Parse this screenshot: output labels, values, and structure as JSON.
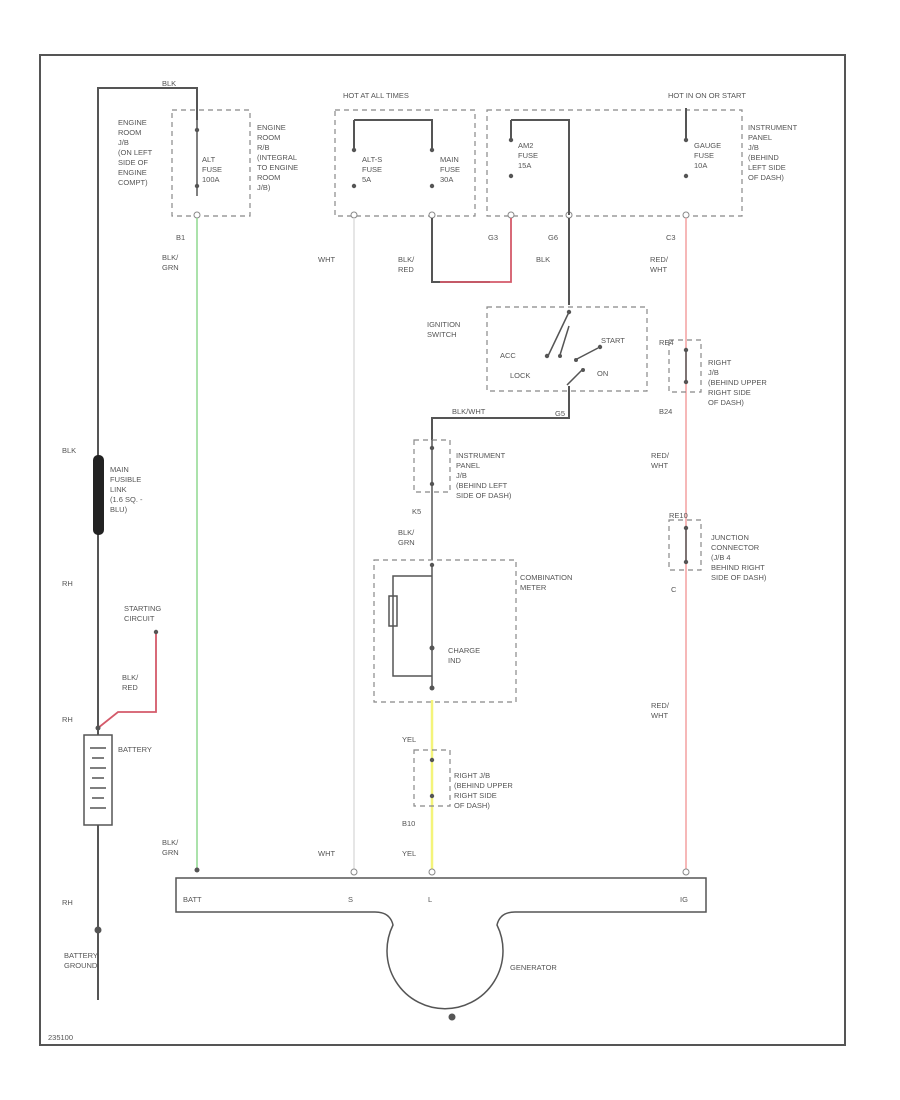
{
  "top": {
    "blk": "BLK",
    "hot_at_all_times": "HOT AT ALL TIMES",
    "hot_in_on_or_start": "HOT IN ON OR START"
  },
  "fuses": {
    "engine_room_jb_desc": [
      "ENGINE",
      "ROOM",
      "J/B",
      "(ON LEFT",
      "SIDE OF",
      "ENGINE",
      "COMPT)"
    ],
    "alt_fuse": [
      "ALT",
      "FUSE",
      "100A"
    ],
    "engine_room_rb_desc": [
      "ENGINE",
      "ROOM",
      "R/B",
      "(INTEGRAL",
      "TO ENGINE",
      "ROOM",
      "J/B)"
    ],
    "alt_s_fuse": [
      "ALT-S",
      "FUSE",
      "5A"
    ],
    "main_fuse": [
      "MAIN",
      "FUSE",
      "30A"
    ],
    "am2_fuse": [
      "AM2",
      "FUSE",
      "15A"
    ],
    "gauge_fuse": [
      "GAUGE",
      "FUSE",
      "10A"
    ],
    "ip_jb_desc": [
      "INSTRUMENT",
      "PANEL",
      "J/B",
      "(BEHIND",
      "LEFT SIDE",
      "OF DASH)"
    ]
  },
  "wires": {
    "b1": "B1",
    "blk_grn": [
      "BLK/",
      "GRN"
    ],
    "wht": "WHT",
    "blk_red": [
      "BLK/",
      "RED"
    ],
    "g3": "G3",
    "g6": "G6",
    "blk": "BLK",
    "c3": "C3",
    "red_wht": [
      "RED/",
      "WHT"
    ],
    "blk_wht": "BLK/WHT",
    "g5": "G5",
    "k5": "K5"
  },
  "ignition": {
    "label": [
      "IGNITION",
      "SWITCH"
    ],
    "acc": "ACC",
    "start": "START",
    "lock": "LOCK",
    "on": "ON"
  },
  "right_jb": {
    "connector": "RE4",
    "desc": [
      "RIGHT",
      "J/B",
      "(BEHIND UPPER",
      "RIGHT SIDE",
      "OF DASH)"
    ],
    "pin": "B24"
  },
  "ip_jb2": {
    "desc": [
      "INSTRUMENT",
      "PANEL",
      "J/B",
      "(BEHIND LEFT",
      "SIDE OF DASH)"
    ]
  },
  "junction": {
    "connector": "RE10",
    "desc": [
      "JUNCTION",
      "CONNECTOR",
      "(J/B 4",
      "BEHIND RIGHT",
      "SIDE OF DASH)"
    ],
    "pin": "C"
  },
  "meter": {
    "label": [
      "COMBINATION",
      "METER"
    ],
    "charge_ind": [
      "CHARGE",
      "IND"
    ]
  },
  "lower_jb": {
    "yel": "YEL",
    "desc": [
      "RIGHT J/B",
      "(BEHIND UPPER",
      "RIGHT SIDE",
      "OF DASH)"
    ],
    "pin": "B10",
    "yel2": "YEL",
    "wht2": "WHT",
    "blk_grn2": [
      "BLK/",
      "GRN"
    ]
  },
  "left_side": {
    "blk": "BLK",
    "fusible_link": [
      "MAIN",
      "FUSIBLE",
      "LINK",
      "(1.6 SQ. -",
      "BLU)"
    ],
    "rh": "RH",
    "starting_circuit": [
      "STARTING",
      "CIRCUIT"
    ],
    "blk_red": [
      "BLK/",
      "RED"
    ],
    "rh2": "RH",
    "battery": "BATTERY",
    "rh3": "RH",
    "battery_ground": [
      "BATTERY",
      "GROUND"
    ]
  },
  "generator": {
    "label": "GENERATOR",
    "batt": "BATT",
    "s": "S",
    "l": "L",
    "ig": "IG"
  },
  "footer": {
    "code": "235100"
  }
}
